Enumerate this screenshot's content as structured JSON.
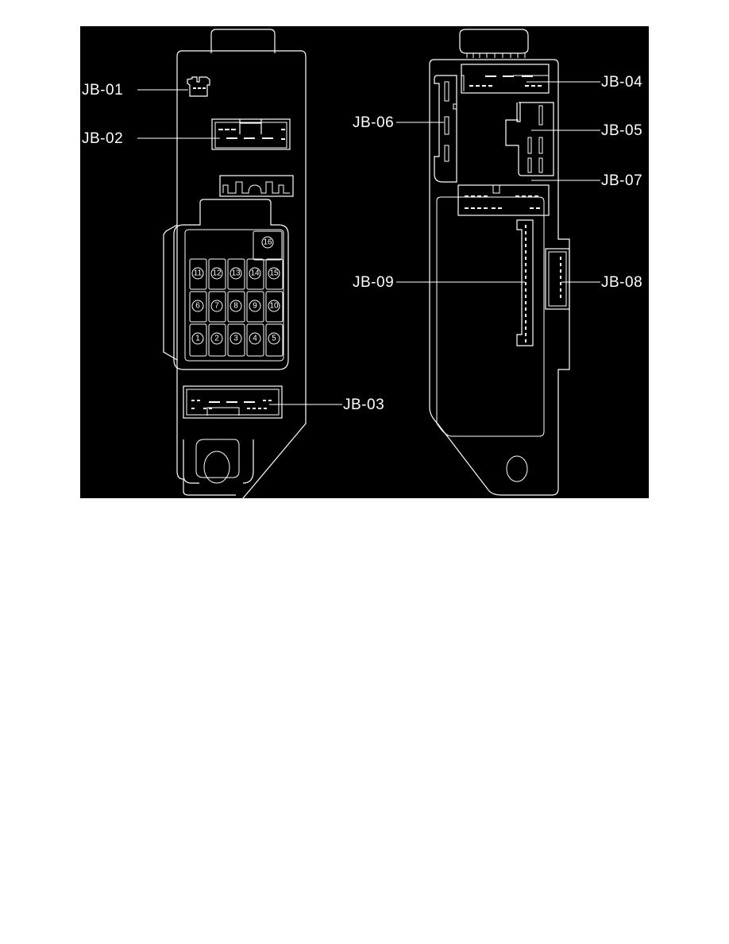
{
  "diagram": {
    "type": "junction-block-connector-locator",
    "background": "#000000",
    "line_color": "#ffffff",
    "left_view": {
      "connectors": [
        {
          "id": "JB-01",
          "label": "JB-01"
        },
        {
          "id": "JB-02",
          "label": "JB-02"
        },
        {
          "id": "JB-03",
          "label": "JB-03"
        }
      ],
      "fuses": [
        "1",
        "2",
        "3",
        "4",
        "5",
        "6",
        "7",
        "8",
        "9",
        "10",
        "11",
        "12",
        "13",
        "14",
        "15",
        "16"
      ]
    },
    "right_view": {
      "connectors": [
        {
          "id": "JB-04",
          "label": "JB-04"
        },
        {
          "id": "JB-05",
          "label": "JB-05"
        },
        {
          "id": "JB-06",
          "label": "JB-06"
        },
        {
          "id": "JB-07",
          "label": "JB-07"
        },
        {
          "id": "JB-08",
          "label": "JB-08"
        },
        {
          "id": "JB-09",
          "label": "JB-09"
        }
      ]
    }
  }
}
